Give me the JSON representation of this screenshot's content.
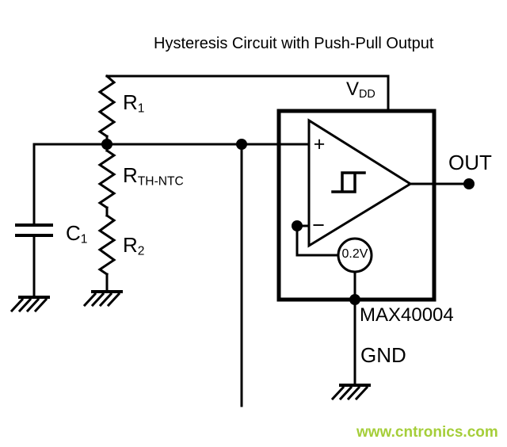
{
  "title": "Hysteresis Circuit with Push-Pull Output",
  "labels": {
    "r1": {
      "main": "R",
      "sub": "1"
    },
    "rth_ntc": {
      "main": "R",
      "sub": "TH-NTC"
    },
    "r2": {
      "main": "R",
      "sub": "2"
    },
    "c1": {
      "main": "C",
      "sub": "1"
    },
    "vdd": {
      "main": "V",
      "sub": "DD"
    },
    "out": "OUT",
    "gnd": "GND",
    "ic_part": "MAX40004",
    "ref_voltage": "0.2V",
    "plus": "+",
    "minus": "−"
  },
  "watermark": "www.cntronics.com",
  "colors": {
    "wire": "#000000",
    "background": "#ffffff",
    "watermark": "#a5ce39"
  }
}
